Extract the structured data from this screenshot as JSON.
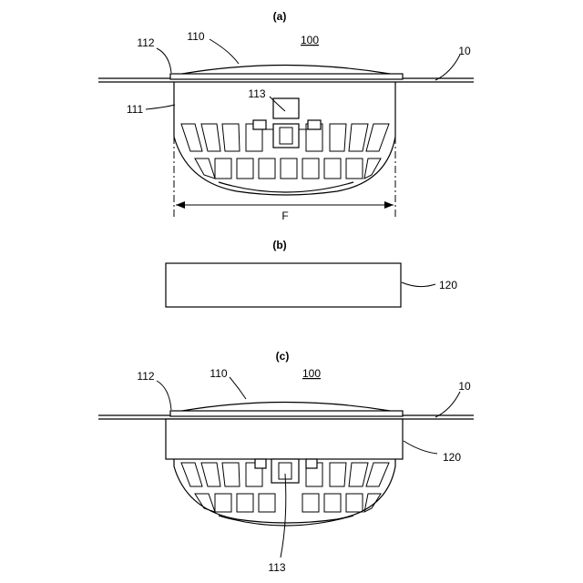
{
  "figure": {
    "panels": [
      {
        "title": "(a)",
        "labels": {
          "device": "100",
          "ceiling": "10",
          "cover": "110",
          "body": "111",
          "flange": "112",
          "sensor": "113",
          "width": "F"
        }
      },
      {
        "title": "(b)",
        "labels": {
          "spacer": "120"
        }
      },
      {
        "title": "(c)",
        "labels": {
          "device": "100",
          "ceiling": "10",
          "cover": "110",
          "flange": "112",
          "spacer": "120",
          "sensor": "113"
        }
      }
    ]
  }
}
